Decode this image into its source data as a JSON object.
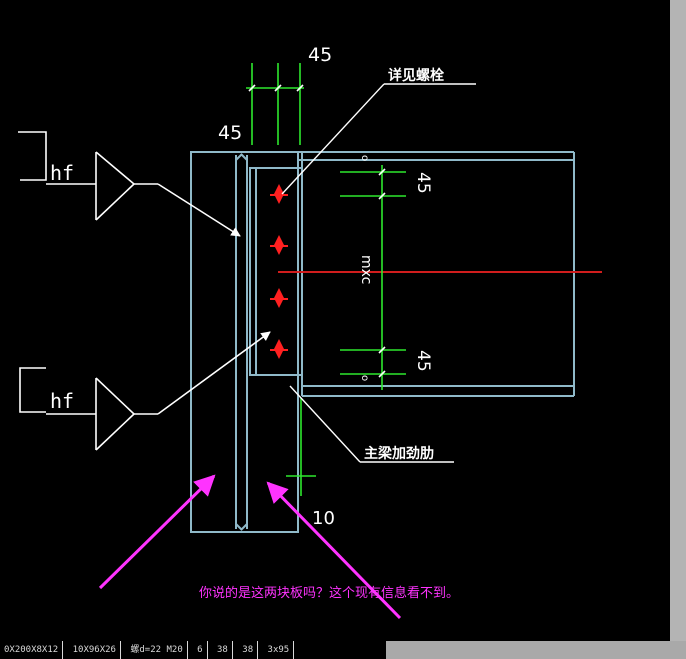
{
  "drawing": {
    "dims": {
      "top_plate_width": "45",
      "left_offset": "45",
      "bolt_edge_top": "45",
      "bolt_edge_bottom": "45",
      "bolt_spacing": "mxc",
      "stiffener_thickness": "10"
    },
    "weld_symbols": [
      "hf",
      "hf"
    ],
    "callouts": {
      "top": "详见螺栓",
      "bottom": "主梁加劲肋"
    },
    "annotation_comment": "你说的是这两块板吗？这个现有信息看不到。"
  },
  "status_bar": {
    "cells": [
      "0X200X8X12",
      "10X96X26",
      "螺d=22  M20",
      "6",
      "38",
      "38",
      "3x95"
    ]
  },
  "colors": {
    "member": "#8fb9c9",
    "dimension": "#2ee82e",
    "bolt": "#ff2020",
    "centerline": "#d11d1d",
    "annotation": "#ff33ff",
    "white": "#ffffff"
  }
}
